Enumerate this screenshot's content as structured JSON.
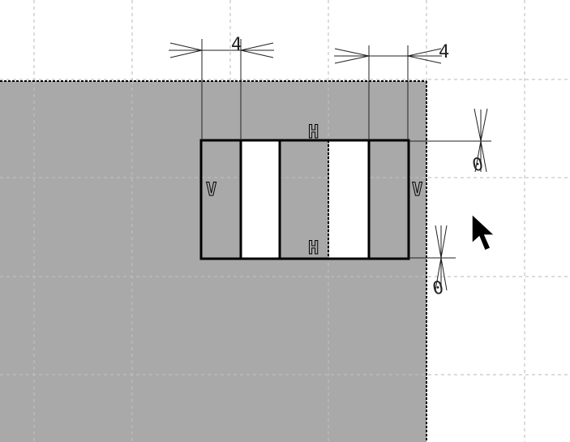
{
  "colors": {
    "background": "#ffffff",
    "grid": "#b8b8b8",
    "part_fill": "#a9a9a9",
    "cell_open": "#ffffff",
    "ink": "#000000",
    "dim_ink": "#222222"
  },
  "dimensions": {
    "left_gap": "4",
    "right_gap": "4",
    "top_offset": "0",
    "bottom_offset": "0"
  },
  "constraints": {
    "top_edge": "H",
    "bottom_edge": "H",
    "left_edge": "V",
    "right_edge": "V"
  },
  "cursor": {
    "icon": "arrow-cursor-icon"
  }
}
